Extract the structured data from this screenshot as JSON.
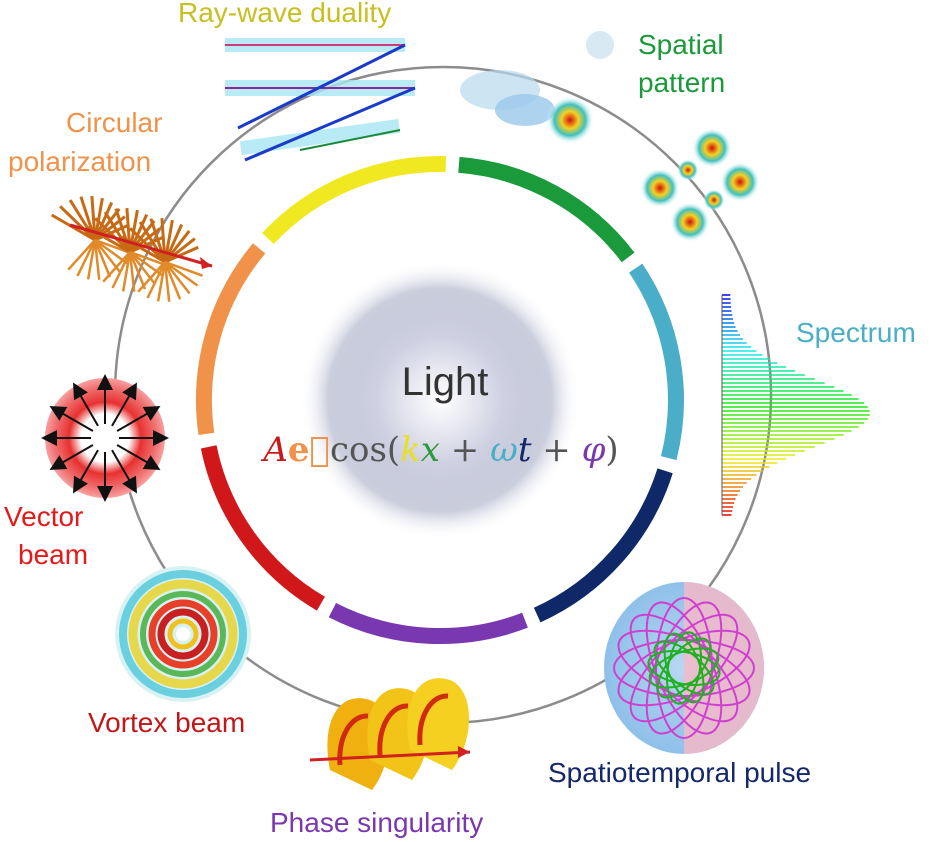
{
  "center": {
    "title": "Light",
    "equation": {
      "A": "A",
      "e_vec": "e⃗",
      "cos_open": "cos(",
      "k": "k",
      "x": "x",
      "plus1": " + ",
      "omega": "ω",
      "t": "t",
      "plus2": " + ",
      "phi": "φ",
      "close": ")"
    }
  },
  "labels": {
    "ray_wave": "Ray-wave duality",
    "spatial_line1": "Spatial",
    "spatial_line2": "pattern",
    "circular_line1": "Circular",
    "circular_line2": "polarization",
    "spectrum": "Spectrum",
    "vector_line1": "Vector",
    "vector_line2": "beam",
    "vortex": "Vortex beam",
    "phase": "Phase singularity",
    "spatiotemporal": "Spatiotemporal pulse"
  },
  "colors": {
    "ray_wave": "#c8c020",
    "spatial": "#1a9a3a",
    "circular": "#f0924a",
    "spectrum": "#4aaec8",
    "vector": "#e41a1a",
    "vortex": "#c01818",
    "phase": "#7a38b0",
    "spatiotemporal": "#14286a",
    "eq_A": "#c8181a",
    "eq_e": "#f0924a",
    "eq_k": "#e8e020",
    "eq_x": "#2a9a3a",
    "eq_omega": "#4aaec8",
    "eq_t": "#14286a",
    "eq_phi": "#7a38b0",
    "ring_segments": [
      "#1a9a3a",
      "#4aaec8",
      "#0e2868",
      "#7a38b0",
      "#d0181a",
      "#f0924a",
      "#f0e820"
    ]
  }
}
